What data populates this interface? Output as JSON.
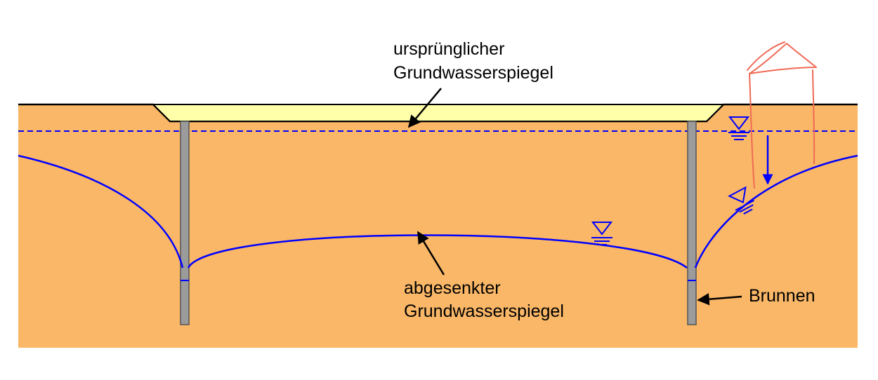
{
  "labels": {
    "original_line1": "ursprünglicher",
    "original_line2": "Grundwasserspiegel",
    "lowered_line1": "abgesenkter",
    "lowered_line2": "Grundwasserspiegel",
    "well": "Brunnen"
  },
  "colors": {
    "soil": "#F9B767",
    "excavation": "#FFFFAA",
    "water_line": "#0000FF",
    "well_pipe": "#9B9B9B",
    "sketch": "#F06A56",
    "outline": "#000000"
  },
  "icons": [
    "water-level-symbol",
    "arrow-icon",
    "house-sketch"
  ]
}
